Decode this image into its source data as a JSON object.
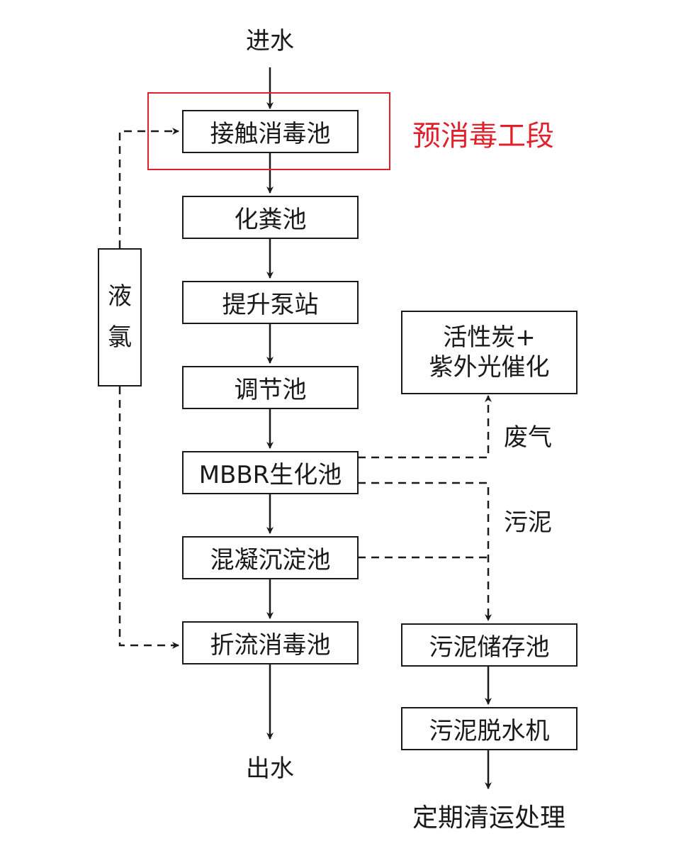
{
  "inlet": "进水",
  "outlet": "出水",
  "stage_label": "预消毒工段",
  "accent_color": "#e0202a",
  "main_chain": [
    "接触消毒池",
    "化粪池",
    "提升泵站",
    "调节池",
    "MBBR生化池",
    "混凝沉淀池",
    "折流消毒池"
  ],
  "dosing": {
    "line1": "液",
    "line2": "氯"
  },
  "gas_treatment": {
    "line1": "活性炭+",
    "line2": "紫外光催化"
  },
  "side_labels": {
    "gas": "废气",
    "sludge": "污泥"
  },
  "sludge_chain": [
    "污泥储存池",
    "污泥脱水机"
  ],
  "final": "定期清运处理"
}
